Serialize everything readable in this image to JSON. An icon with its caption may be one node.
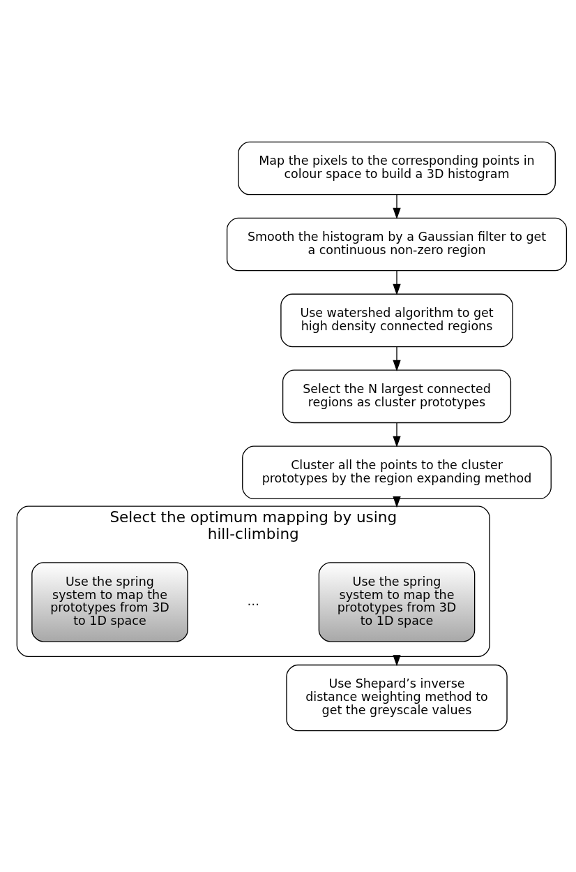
{
  "diagram": {
    "nodes": [
      {
        "text": [
          "Map the pixels to the corresponding points in colour space to build a 3D histogram"
        ]
      },
      {
        "text": [
          "Smooth the histogram by a Gaussian filter to get a continuous non-zero region"
        ]
      },
      {
        "text": [
          "Use watershed algorithm to get high density connected regions"
        ]
      },
      {
        "text": [
          "Select the N largest connected regions as cluster prototypes"
        ]
      },
      {
        "text": [
          "Cluster all the points to the cluster prototypes by the region expanding method"
        ]
      },
      {
        "text": [
          "Select the optimum mapping by using hill-climbing"
        ]
      },
      {
        "text": [
          "Use the spring system to map the prototypes from 3D to 1D space"
        ],
        "in": 5
      },
      {
        "text": [
          "Use the spring system to map the prototypes from 3D to 1D space"
        ],
        "in": 5
      },
      {
        "text": [
          "Use Shepard’s inverse distance weighting method to get the greyscale values"
        ]
      }
    ],
    "edges": [
      {
        "from": 0,
        "to": 1,
        "arrow": "to"
      },
      {
        "from": 1,
        "to": 2,
        "arrow": "to"
      },
      {
        "from": 2,
        "to": 3,
        "arrow": "to"
      },
      {
        "from": 3,
        "to": 4,
        "arrow": "to"
      },
      {
        "from": 4,
        "to": 5,
        "arrow": "to"
      },
      {
        "from": 5,
        "to": 8,
        "arrow": "to"
      }
    ],
    "labels": [
      "…"
    ]
  }
}
